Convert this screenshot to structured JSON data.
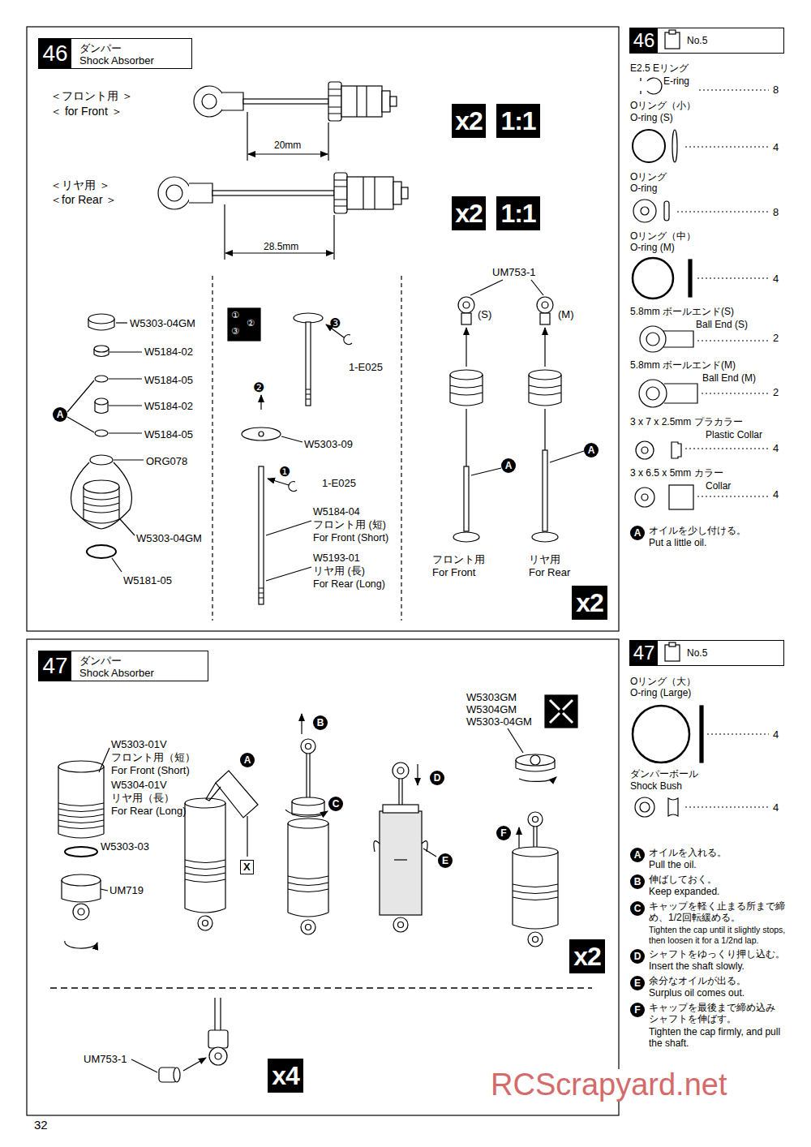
{
  "diagram": {
    "nodes": [
      {
        "text": [
          "46",
          "ダンパー",
          "Shock Absorber"
        ]
      },
      {
        "text": [
          "46",
          "No.5"
        ]
      },
      {
        "text": [
          "x2"
        ]
      },
      {
        "text": [
          "1:1"
        ]
      },
      {
        "text": [
          "x2"
        ]
      },
      {
        "text": [
          "1:1"
        ]
      },
      {
        "text": [
          "x2"
        ]
      },
      {
        "text": [
          "47",
          "ダンパー",
          "Shock Absorber"
        ]
      },
      {
        "text": [
          "47",
          "No.5"
        ]
      },
      {
        "text": [
          "x2"
        ]
      },
      {
        "text": [
          "x4"
        ]
      }
    ],
    "labels": [
      "＜フロント用 ＞",
      "＜ for Front ＞",
      "20mm",
      "＜リヤ用 ＞",
      "＜for Rear ＞",
      "28.5mm",
      "W5303-04GM",
      "W5184-02",
      "W5184-05",
      "W5184-02",
      "W5184-05",
      "A",
      "ORG078",
      "W5303-04GM",
      "W5181-05",
      "①",
      "②",
      "③",
      "❸",
      "1-E025",
      "❷",
      "W5303-09",
      "❶",
      "1-E025",
      "W5184-04",
      "フロント用 (短)",
      "For Front (Short)",
      "W5193-01",
      "リヤ用 (長)",
      "For Rear (Long)",
      "UM753-1",
      "(S)",
      "(M)",
      "A",
      "A",
      "フロント用",
      "For Front",
      "リヤ用",
      "For Rear",
      "E2.5 Eリング",
      "E-ring",
      "8",
      "Oリング（小）",
      "O-ring (S)",
      "4",
      "Oリング",
      "O-ring",
      "8",
      "Oリング（中）",
      "O-ring (M)",
      "4",
      "5.8mm ボールエンド(S)",
      "Ball End (S)",
      "2",
      "5.8mm ボールエンド(M)",
      "Ball End (M)",
      "2",
      "3 x 7 x 2.5mm プラカラー",
      "Plastic Collar",
      "4",
      "3 x 6.5 x 5mm カラー",
      "Collar",
      "4",
      "A",
      "オイルを少し付ける。",
      "Put a little oil.",
      "W5303-01V",
      "フロント用（短）",
      "For Front (Short)",
      "W5304-01V",
      "リヤ用（長）",
      "For Rear (Long)",
      "W5303-03",
      "UM719",
      "A",
      "X",
      "B",
      "C",
      "D",
      "E",
      "W5303GM",
      "W5304GM",
      "W5303-04GM",
      "F",
      "UM753-1",
      "Oリング（大）",
      "O-ring (Large)",
      "4",
      "ダンパーボール",
      "Shock Bush",
      "4",
      "A",
      "オイルを入れる。",
      "Pull the oil.",
      "B",
      "伸ばしておく。",
      "Keep expanded.",
      "C",
      "キャップを軽く止まる所まで締め、1/2回転緩める。",
      "Tighten the cap until it slightly stops, then loosen it for a 1/2nd lap.",
      "D",
      "シャフトをゆっくり押し込む。",
      "Insert the shaft slowly.",
      "E",
      "余分なオイルが出る。",
      "Surplus oil comes out.",
      "F",
      "キャップを最後まで締め込み シャフトを伸ばす。",
      "Tighten the cap firmly, and pull the shaft.",
      "32",
      "RCScrapyard.net"
    ]
  }
}
